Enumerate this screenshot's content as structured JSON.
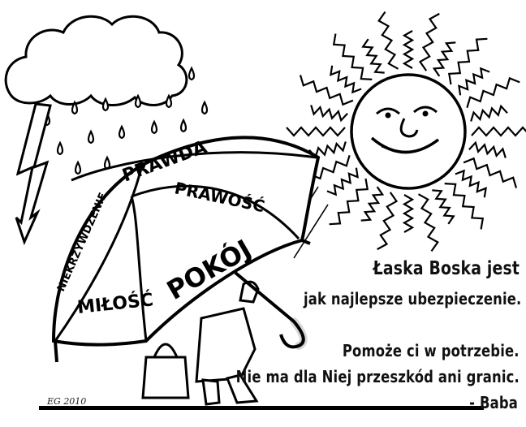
{
  "umbrella": {
    "top_panel": "PRAWDA",
    "left_panel": "NIEKRZYWDZENIE",
    "right_panel": "PRAWOŚĆ",
    "bottom_left_panel": "MIŁOŚĆ",
    "center_panel": "POKÓJ"
  },
  "quote": {
    "line1": "Łaska Boska jest",
    "line2": "jak najlepsze ubezpieczenie.",
    "line3": "Pomoże ci w potrzebie.",
    "line4": "Nie ma dla Niej przeszkód ani granic.",
    "attribution": "- Baba"
  },
  "signature": "EG 2010"
}
